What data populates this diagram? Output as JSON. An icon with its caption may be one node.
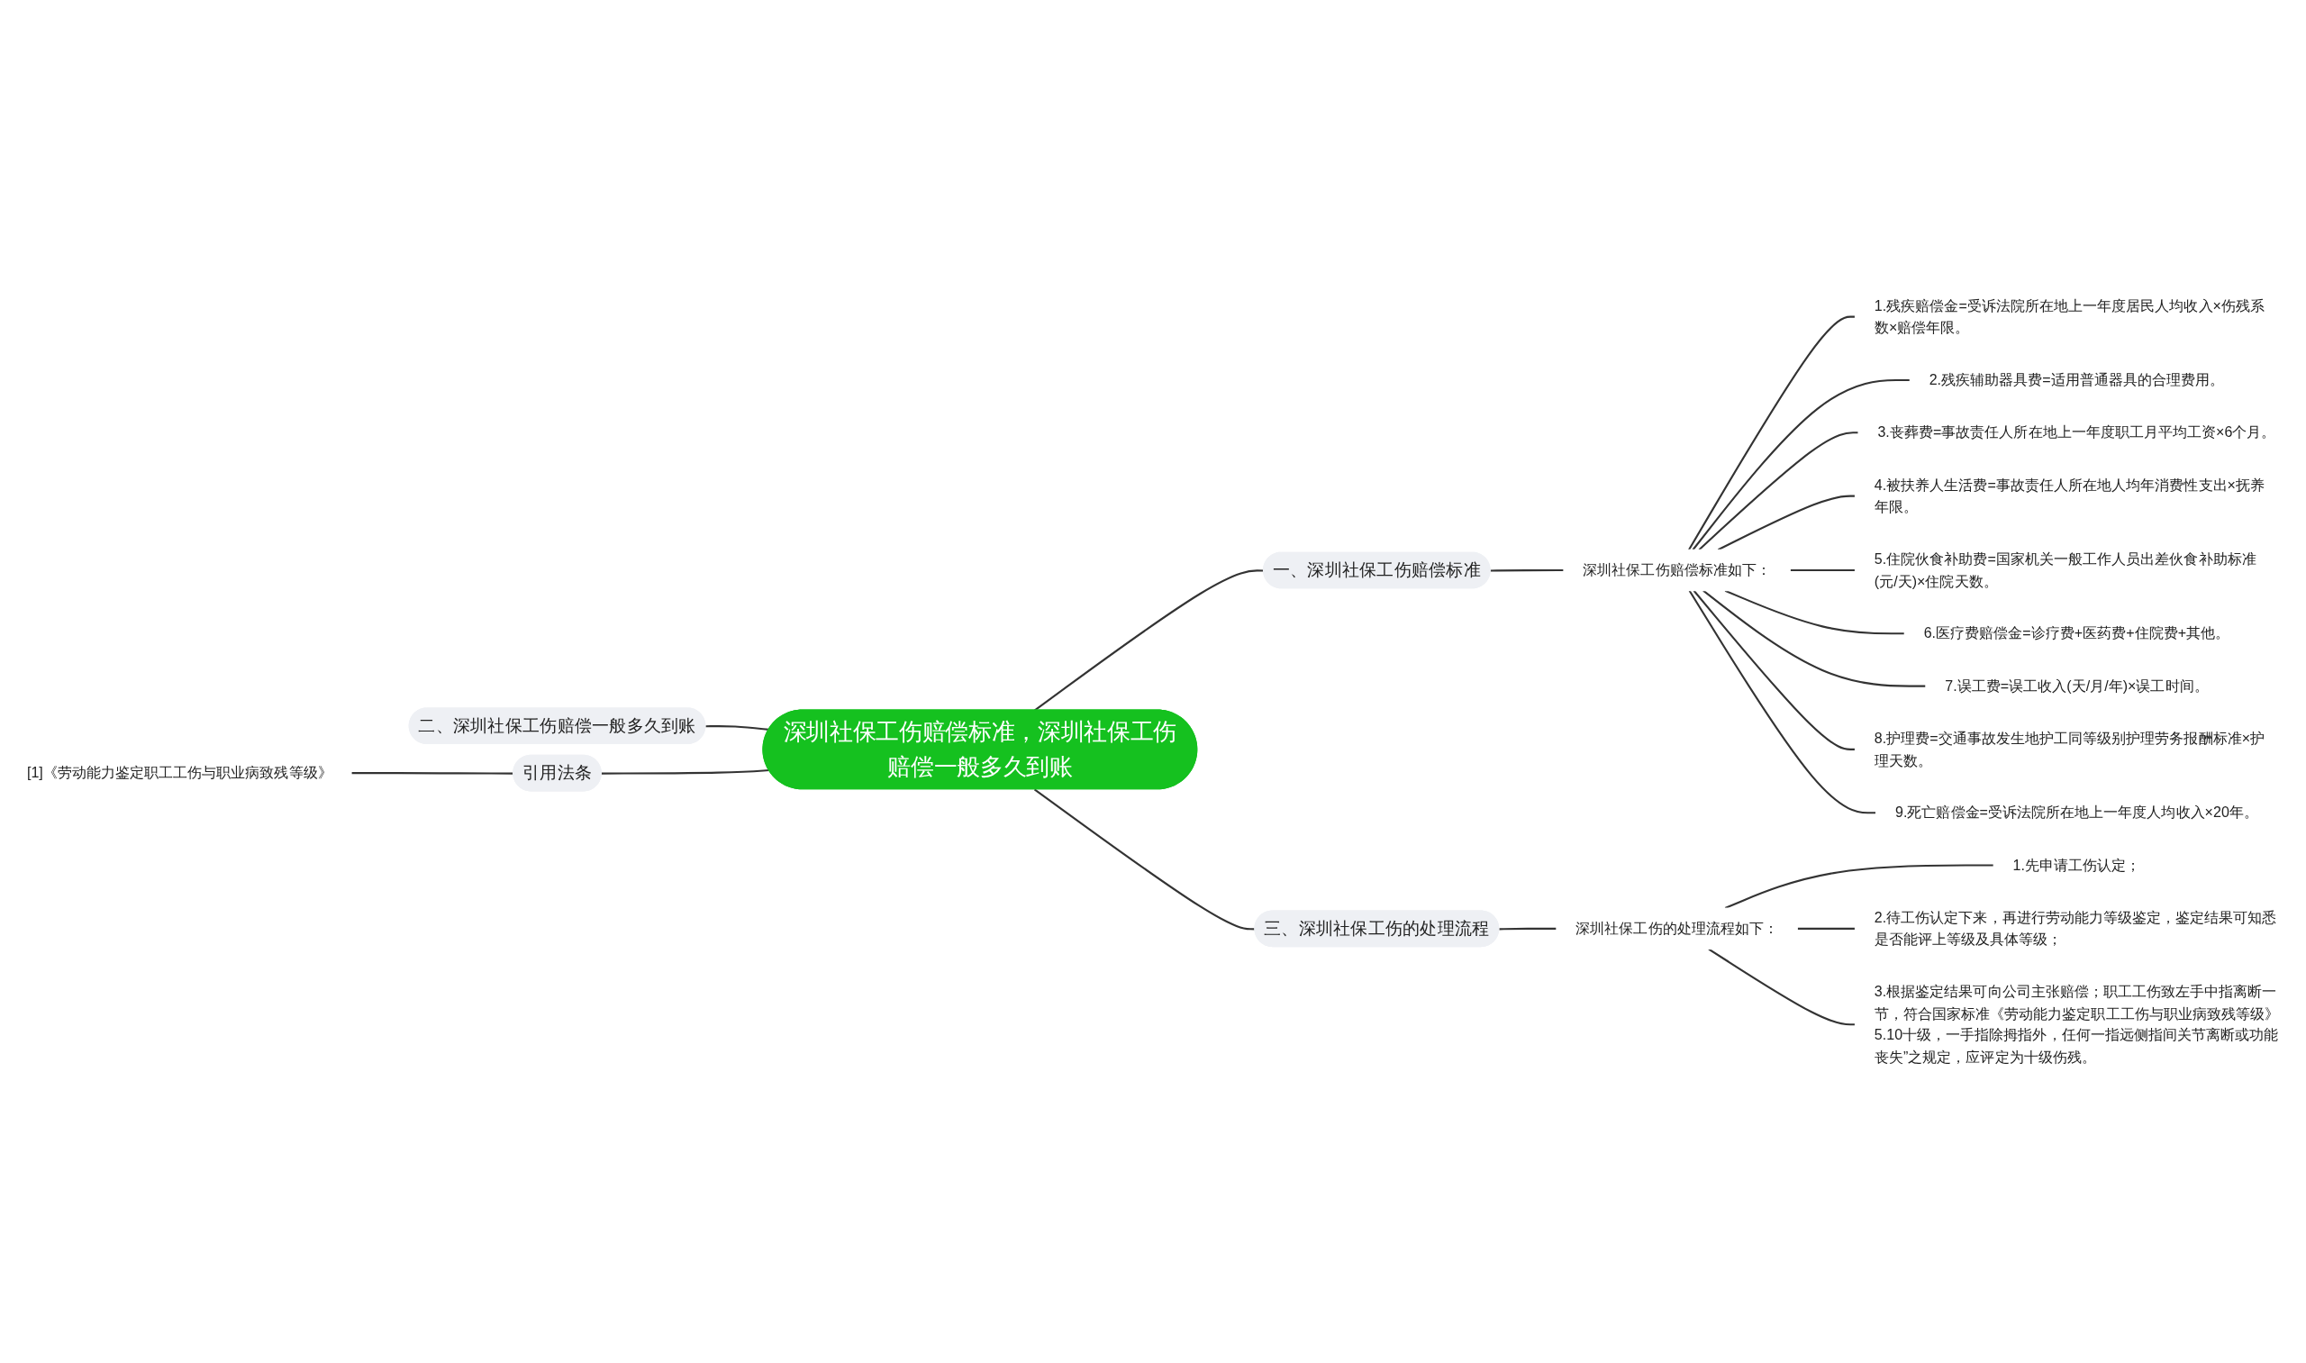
{
  "diagram": {
    "nodes": [
      {
        "text": [
          "深圳社保工伤赔偿标准，深圳社保工伤赔偿一般多久到账"
        ]
      },
      {
        "text": [
          "一、深圳社保工伤赔偿标准"
        ]
      },
      {
        "text": [
          "深圳社保工伤赔偿标准如下："
        ]
      },
      {
        "text": [
          "1.残疾赔偿金=受诉法院所在地上一年度居民人均收入×伤残系数×赔偿年限。"
        ]
      },
      {
        "text": [
          "2.残疾辅助器具费=适用普通器具的合理费用。"
        ]
      },
      {
        "text": [
          "3.丧葬费=事故责任人所在地上一年度职工月平均工资×6个月。"
        ]
      },
      {
        "text": [
          "4.被扶养人生活费=事故责任人所在地人均年消费性支出×抚养年限。"
        ]
      },
      {
        "text": [
          "5.住院伙食补助费=国家机关一般工作人员出差伙食补助标准(元/天)×住院天数。"
        ]
      },
      {
        "text": [
          "6.医疗费赔偿金=诊疗费+医药费+住院费+其他。"
        ]
      },
      {
        "text": [
          "7.误工费=误工收入(天/月/年)×误工时间。"
        ]
      },
      {
        "text": [
          "8.护理费=交通事故发生地护工同等级别护理劳务报酬标准×护理天数。"
        ]
      },
      {
        "text": [
          "9.死亡赔偿金=受诉法院所在地上一年度人均收入×20年。"
        ]
      },
      {
        "text": [
          "二、深圳社保工伤赔偿一般多久到账"
        ]
      },
      {
        "text": [
          "引用法条"
        ]
      },
      {
        "text": [
          "[1]《劳动能力鉴定职工工伤与职业病致残等级》"
        ]
      },
      {
        "text": [
          "三、深圳社保工伤的处理流程"
        ]
      },
      {
        "text": [
          "深圳社保工伤的处理流程如下："
        ]
      },
      {
        "text": [
          "1.先申请工伤认定；"
        ]
      },
      {
        "text": [
          "2.待工伤认定下来，再进行劳动能力等级鉴定，鉴定结果可知悉是否能评上等级及具体等级；"
        ]
      },
      {
        "text": [
          "3.根据鉴定结果可向公司主张赔偿；职工工伤致左手中指离断一节，符合国家标准《劳动能力鉴定职工工伤与职业病致残等级》5.10十级，一手指除拇指外，任何一指远侧指间关节离断或功能丧失”之规定，应评定为十级伤残。"
        ]
      }
    ],
    "edges": [
      {
        "from": 0,
        "to": 1,
        "arrow": "none"
      },
      {
        "from": 1,
        "to": 2,
        "arrow": "none"
      },
      {
        "from": 2,
        "to": 3,
        "arrow": "none"
      },
      {
        "from": 2,
        "to": 4,
        "arrow": "none"
      },
      {
        "from": 2,
        "to": 5,
        "arrow": "none"
      },
      {
        "from": 2,
        "to": 6,
        "arrow": "none"
      },
      {
        "from": 2,
        "to": 7,
        "arrow": "none"
      },
      {
        "from": 2,
        "to": 8,
        "arrow": "none"
      },
      {
        "from": 2,
        "to": 9,
        "arrow": "none"
      },
      {
        "from": 2,
        "to": 10,
        "arrow": "none"
      },
      {
        "from": 2,
        "to": 11,
        "arrow": "none"
      },
      {
        "from": 0,
        "to": 12,
        "arrow": "none"
      },
      {
        "from": 0,
        "to": 13,
        "arrow": "none"
      },
      {
        "from": 13,
        "to": 14,
        "arrow": "none"
      },
      {
        "from": 0,
        "to": 15,
        "arrow": "none"
      },
      {
        "from": 15,
        "to": 16,
        "arrow": "none"
      },
      {
        "from": 16,
        "to": 17,
        "arrow": "none"
      },
      {
        "from": 16,
        "to": 18,
        "arrow": "none"
      },
      {
        "from": 16,
        "to": 19,
        "arrow": "none"
      }
    ]
  }
}
